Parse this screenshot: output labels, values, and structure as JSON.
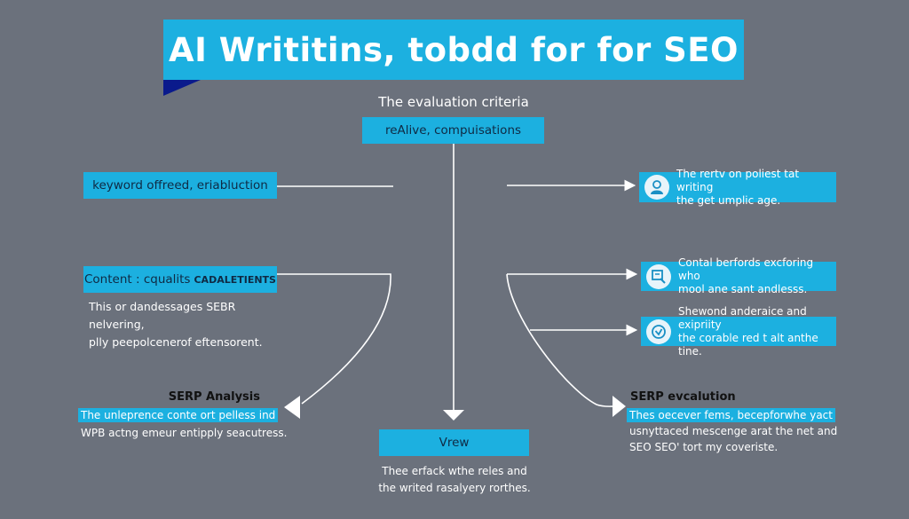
{
  "title": "AI Writitins, tobdd for for SEO",
  "subtitle": "The evaluation criteria",
  "top_box": "reAlive, compuisations",
  "left": {
    "box1": "keyword offreed, eriabluction",
    "box2_regular": "Content : cqualits ",
    "box2_bold": "CADALETIENTS",
    "box2_desc": [
      "This or dandessages SEBR nelvering,",
      "plly peepolcenerof eftensorent."
    ],
    "serp_label": "SERP Analysis",
    "serp_lines": [
      "The unleprence conte ort pelless ind",
      "WPB actng emeur entipply seacutress."
    ]
  },
  "center": {
    "box": "Vrew",
    "desc": [
      "Thee erfack wthe reles and",
      "the writed rasalyery rorthes."
    ]
  },
  "right": {
    "items": [
      {
        "icon": "user-icon",
        "lines": [
          "The rertv on poliest tat writing",
          "the get umplic age."
        ]
      },
      {
        "icon": "document-search-icon",
        "lines": [
          "Contal berfords excforing who",
          "mool ane sant andlesss."
        ]
      },
      {
        "icon": "shield-check-icon",
        "lines": [
          "Shewond anderaice and exipriity",
          "the corable red t alt anthe tine."
        ]
      }
    ],
    "serp_label": "SERP evcalution",
    "serp_lines": [
      "Thes oecever fems, becepforwhe yact",
      "usnyttaced mescenge arat the net and",
      "SEO SEO' tort my coveriste."
    ]
  },
  "colors": {
    "background": "#6b717c",
    "accent": "#1cb0e0",
    "triangle": "#0a1a8c"
  }
}
